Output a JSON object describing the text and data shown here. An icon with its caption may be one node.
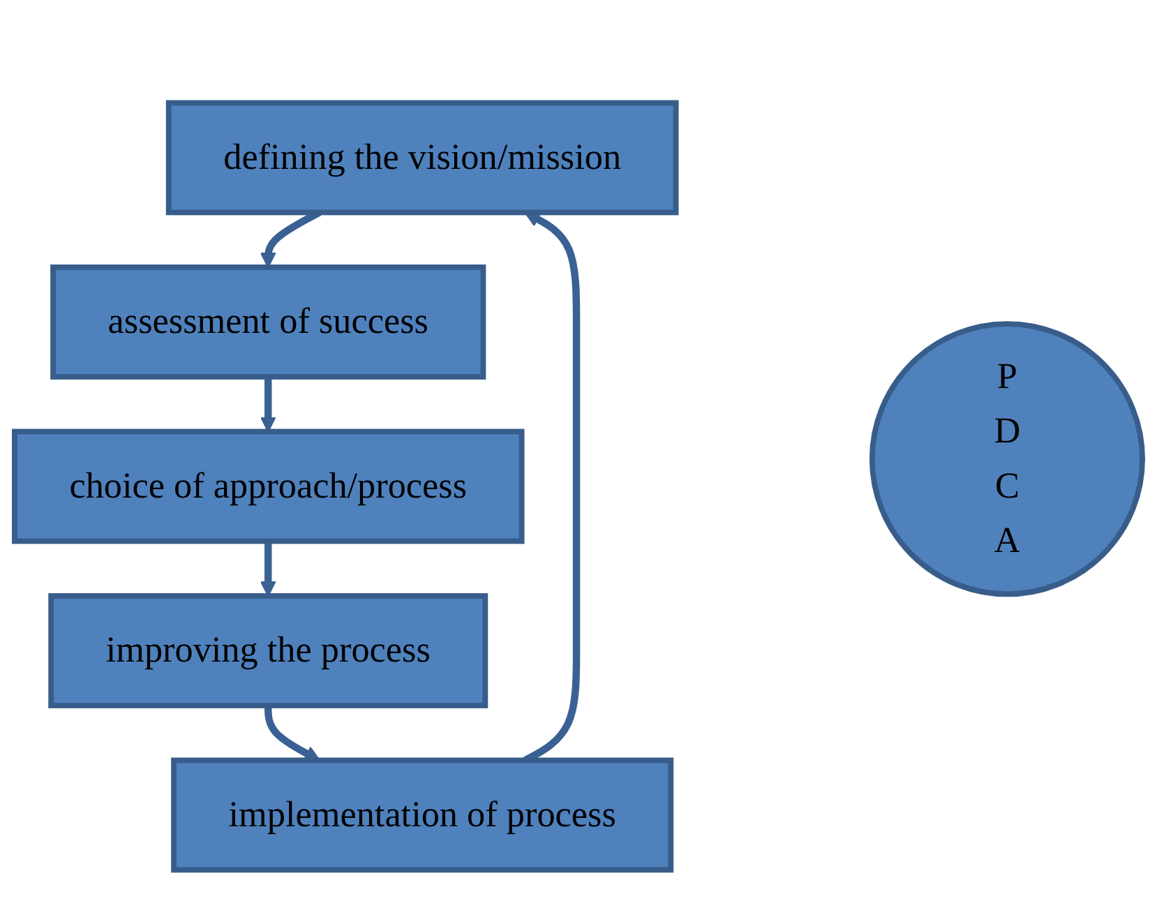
{
  "diagram": {
    "nodes": [
      {
        "text": [
          "defining the vision/mission"
        ]
      },
      {
        "text": [
          "assessment of success"
        ]
      },
      {
        "text": [
          "choice of approach/process"
        ]
      },
      {
        "text": [
          "improving the process"
        ]
      },
      {
        "text": [
          "P",
          "D",
          "C",
          "A"
        ]
      },
      {
        "text": [
          "implementation of process"
        ]
      }
    ],
    "edges": [
      {
        "from": 0,
        "to": 1,
        "arrow": "to"
      },
      {
        "from": 1,
        "to": 2,
        "arrow": "to"
      },
      {
        "from": 2,
        "to": 3,
        "arrow": "to"
      },
      {
        "from": 3,
        "to": 5,
        "arrow": "to"
      },
      {
        "from": 5,
        "to": 0,
        "arrow": "to"
      }
    ]
  }
}
